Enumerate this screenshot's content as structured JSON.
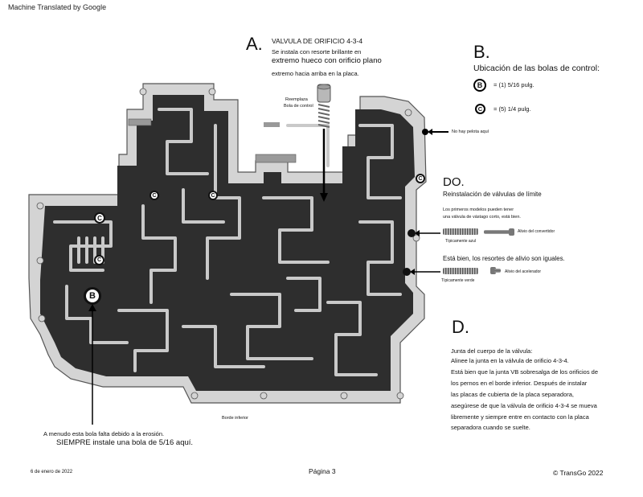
{
  "banner": "Machine Translated by Google",
  "section_a": {
    "letter": "A.",
    "title": "VALVULA DE ORIFICIO 4-3-4",
    "line1": "Se instala con resorte brillante en",
    "line2": "extremo hueco con orificio plano",
    "line3": "extremo hacia arriba en la placa.",
    "replace_line1": "Reemplaza",
    "replace_line2": "Bola de control"
  },
  "section_b": {
    "letter": "B.",
    "title": "Ubicación de las bolas de control:",
    "ball_b_symbol": "B",
    "ball_b_text": "= (1) 5/16 pulg.",
    "ball_c_symbol": "C",
    "ball_c_text": "= (5) 1/4 pulg."
  },
  "no_ball": "No hay pelota aquí",
  "section_c": {
    "letter": "DO.",
    "title": "Reinstalación de válvulas de límite",
    "early_line1": "Los primeros modelos pueden tener",
    "early_line2": "una válvula de vástago corto, está bien.",
    "converter_relief": "Alivio del convertidor",
    "typically_blue": "Típicamente azul",
    "springs_same": "Está bien, los resortes de alivio son iguales.",
    "accelerator_relief": "Alivio del acelerador",
    "typically_green": "Típicamente verde"
  },
  "section_d": {
    "letter": "D.",
    "line1": "Junta del cuerpo de la válvula:",
    "line2": "Alinee la junta en la válvula de orificio 4-3-4.",
    "line3": "Está bien que la junta VB sobresalga de los orificios de",
    "line4": "los pernos en el borde inferior. Después de instalar",
    "line5": "las placas de cubierta de la placa separadora,",
    "line6": "asegúrese de que la válvula de orificio 4-3-4 se mueva",
    "line7": "libremente y siempre entre en contacto con la placa",
    "line8": "separadora cuando se suelte."
  },
  "plate": {
    "bottom_edge": "Borde inferior",
    "ball_c": "C",
    "ball_b": "B"
  },
  "erosion": {
    "line1": "A menudo esta bola falta debido a la erosión.",
    "line2": "SIEMPRE instale una bola de 5/16 aquí."
  },
  "footer": {
    "date": "6 de enero de 2022",
    "page": "Página 3",
    "copyright": "© TransGo 2022"
  }
}
